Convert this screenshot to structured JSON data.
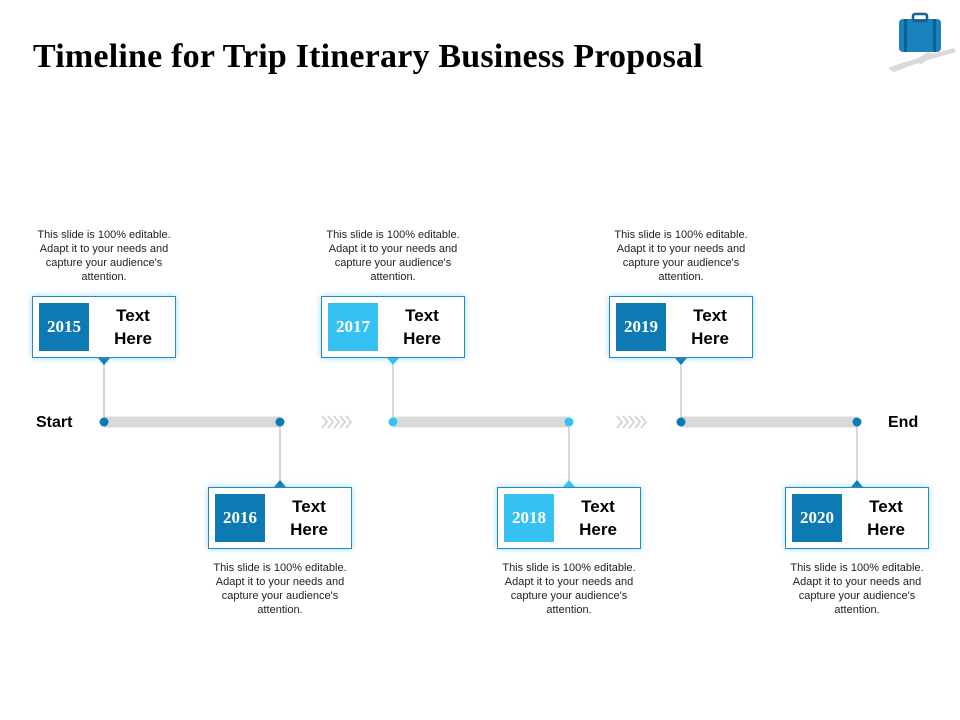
{
  "title": "Timeline for Trip Itinerary Business Proposal",
  "start_label": "Start",
  "end_label": "End",
  "colors": {
    "dark_blue": "#0e7ab3",
    "light_blue": "#35c2f2",
    "track": "#d9d9d9",
    "border": "#2c86b8"
  },
  "icons": [
    "suitcase-icon",
    "airplane-icon",
    "chevron-arrows-icon"
  ],
  "milestones": [
    {
      "year": "2015",
      "label": "Text\nHere",
      "description": "This slide is 100% editable. Adapt it to your needs and capture your audience's attention.",
      "position": "above",
      "color": "#0e7ab3"
    },
    {
      "year": "2016",
      "label": "Text\nHere",
      "description": "This slide is 100% editable. Adapt it to your needs and capture your audience's attention.",
      "position": "below",
      "color": "#0e7ab3"
    },
    {
      "year": "2017",
      "label": "Text\nHere",
      "description": "This slide is 100% editable. Adapt it to your needs and capture your audience's attention.",
      "position": "above",
      "color": "#35c2f2"
    },
    {
      "year": "2018",
      "label": "Text\nHere",
      "description": "This slide is 100% editable. Adapt it to your needs and capture your audience's attention.",
      "position": "below",
      "color": "#35c2f2"
    },
    {
      "year": "2019",
      "label": "Text\nHere",
      "description": "This slide is 100% editable. Adapt it to your needs and capture your audience's attention.",
      "position": "above",
      "color": "#0e7ab3"
    },
    {
      "year": "2020",
      "label": "Text\nHere",
      "description": "This slide is 100% editable. Adapt it to your needs and capture your audience's attention.",
      "position": "below",
      "color": "#0e7ab3"
    }
  ]
}
